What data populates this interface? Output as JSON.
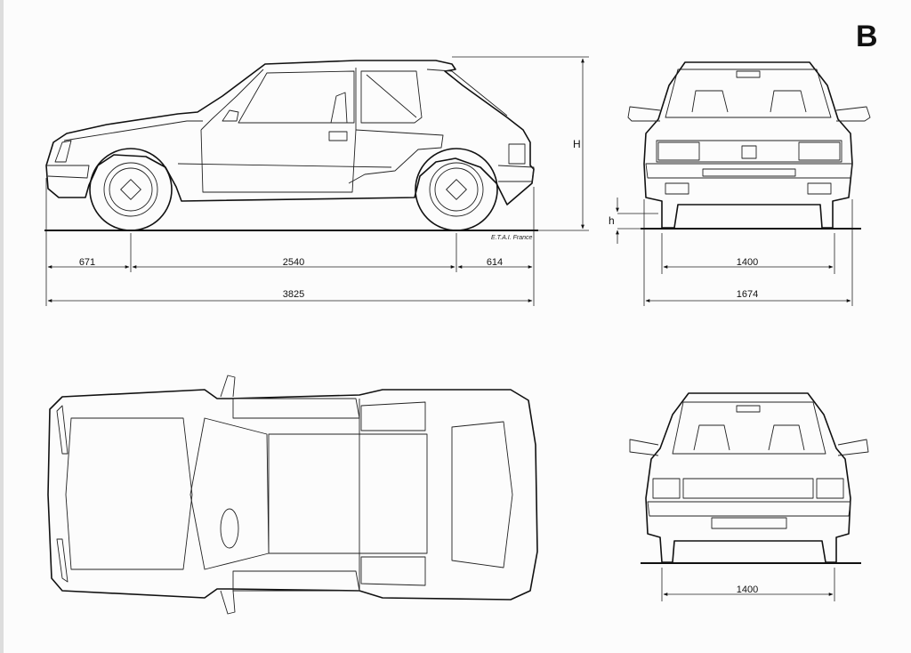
{
  "sheet": {
    "page_letter": "B",
    "credit": "E.T.A.I. France"
  },
  "views": {
    "side": {
      "front_overhang": "671",
      "wheelbase": "2540",
      "rear_overhang": "614",
      "overall_length": "3825",
      "height_label": "H"
    },
    "front": {
      "track": "1400",
      "overall_width": "1674",
      "ground_clearance_label": "h"
    },
    "rear": {
      "track": "1400"
    }
  }
}
